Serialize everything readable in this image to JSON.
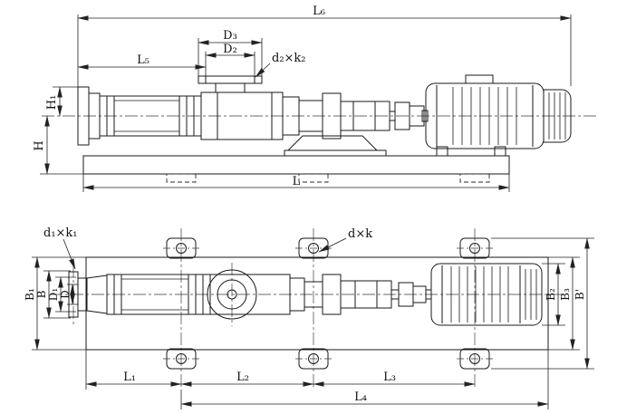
{
  "drawing": {
    "title": "screw-pump-outline-dimension-drawing",
    "colors": {
      "line": "#1a1a1a",
      "background": "#ffffff"
    },
    "views": {
      "side": {
        "dims": {
          "L6": "L₆",
          "D3": "D₃",
          "D2": "D₂",
          "L5": "L₅",
          "d2k2": "d₂×k₂",
          "H1": "H₁",
          "H": "H",
          "L": "L"
        }
      },
      "plan": {
        "dims": {
          "d1k1": "d₁×k₁",
          "dk": "d×k",
          "B1": "B₁",
          "B": "B",
          "D1": "D₁",
          "D": "D",
          "B2": "B₂",
          "B3": "B₃",
          "Bp": "B'",
          "L1": "L₁",
          "L2": "L₂",
          "L3": "L₃",
          "L4": "L₄"
        }
      }
    }
  }
}
